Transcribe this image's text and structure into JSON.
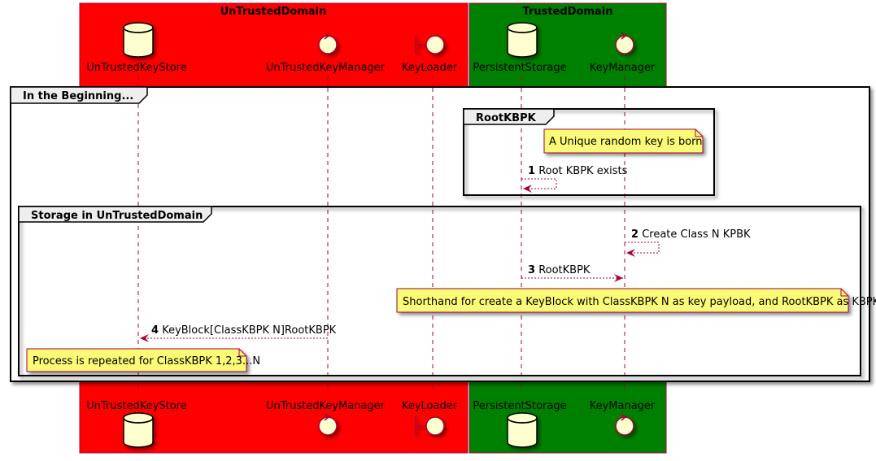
{
  "boxes": {
    "untrusted": {
      "title": "UnTrustedDomain",
      "color": "#FF0000"
    },
    "trusted": {
      "title": "TrustedDomain",
      "color": "#008000"
    }
  },
  "participants": [
    {
      "id": "p0",
      "name": "UnTrustedKeyStore",
      "kind": "database"
    },
    {
      "id": "p1",
      "name": "UnTrustedKeyManager",
      "kind": "control"
    },
    {
      "id": "p2",
      "name": "KeyLoader",
      "kind": "boundary"
    },
    {
      "id": "p3",
      "name": "PersistentStorage",
      "kind": "database"
    },
    {
      "id": "p4",
      "name": "KeyManager",
      "kind": "control"
    }
  ],
  "groups": {
    "outer": {
      "label": "In the Beginning..."
    },
    "rootkbpk": {
      "label": "RootKBPK"
    },
    "storage": {
      "label": "Storage in UnTrustedDomain"
    }
  },
  "notes": {
    "n1": "A Unique random key is born",
    "n2": "Shorthand for create a KeyBlock with ClassKBPK N as key payload, and RootKBPK as KBPK",
    "n3": "Process is repeated for ClassKBPK 1,2,3...N"
  },
  "messages": [
    {
      "num": "1",
      "text": "Root KBPK exists",
      "from": "PersistentStorage",
      "to": "PersistentStorage"
    },
    {
      "num": "2",
      "text": "Create Class N KPBK",
      "from": "KeyManager",
      "to": "KeyManager"
    },
    {
      "num": "3",
      "text": "RootKBPK",
      "from": "PersistentStorage",
      "to": "KeyManager"
    },
    {
      "num": "4",
      "text": "KeyBlock[ClassKBPK N]RootKBPK",
      "from": "UnTrustedKeyManager",
      "to": "UnTrustedKeyStore"
    }
  ],
  "colors": {
    "lifeline": "#A80036",
    "participant_fill": "#FEFECE",
    "note_fill": "#FBFB77"
  }
}
